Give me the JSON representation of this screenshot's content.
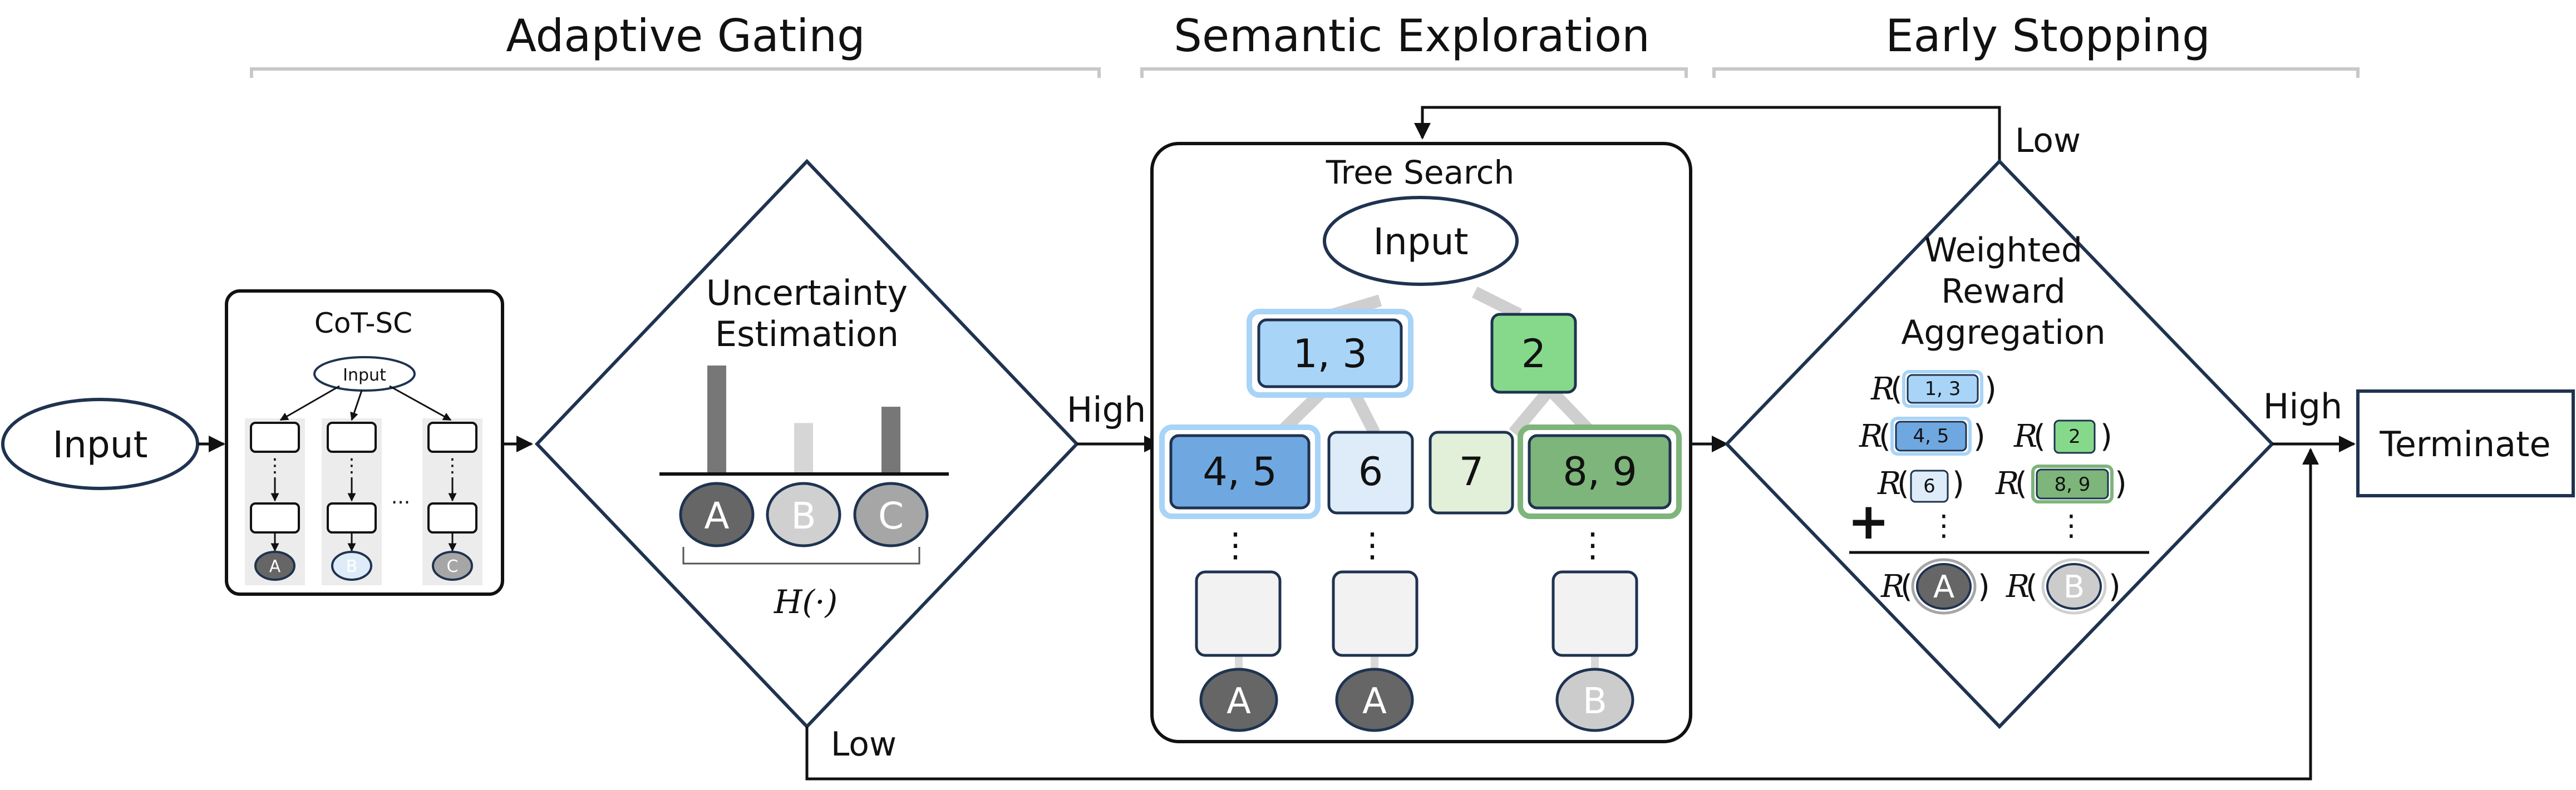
{
  "sections": {
    "gating": "Adaptive Gating",
    "exploration": "Semantic Exploration",
    "stopping": "Early Stopping"
  },
  "input_label": "Input",
  "cot_sc": {
    "title": "CoT-SC",
    "input": "Input",
    "ellipsis": "...",
    "answers": [
      "A",
      "B",
      "C"
    ]
  },
  "uncertainty": {
    "title_line1": "Uncertainty",
    "title_line2": "Estimation",
    "bars": [
      {
        "label": "A",
        "value": 1.0
      },
      {
        "label": "B",
        "value": 0.47
      },
      {
        "label": "C",
        "value": 0.62
      }
    ],
    "entropy": "H(·)"
  },
  "edges": {
    "high_1": "High",
    "low_1": "Low",
    "low_2": "Low",
    "high_2": "High"
  },
  "tree": {
    "title": "Tree Search",
    "input": "Input",
    "level1": [
      "1, 3",
      "2"
    ],
    "level2": [
      "4, 5",
      "6",
      "7",
      "8, 9"
    ],
    "leaves": [
      "A",
      "A",
      "B"
    ]
  },
  "aggregation": {
    "title_line1": "Weighted",
    "title_line2": "Reward",
    "title_line3": "Aggregation",
    "r": "R",
    "open": "(",
    "close": ")",
    "plus": "+",
    "terms_row1": [
      "1, 3"
    ],
    "terms_row2": [
      "4, 5",
      "2"
    ],
    "terms_row3": [
      "6",
      "8, 9"
    ],
    "results": [
      "A",
      "B"
    ]
  },
  "terminate": "Terminate",
  "colors": {
    "dark_navy": "#1f3350",
    "light_blue": "#a8d4f7",
    "mid_blue": "#6fa8e0",
    "pale_blue": "#deebf8",
    "green": "#86d98a",
    "pale_green": "#e2efd9",
    "dark_green": "#7db57a",
    "answer_a": "#666666",
    "answer_b": "#d0d0d0",
    "answer_c": "#a6a6a6"
  }
}
